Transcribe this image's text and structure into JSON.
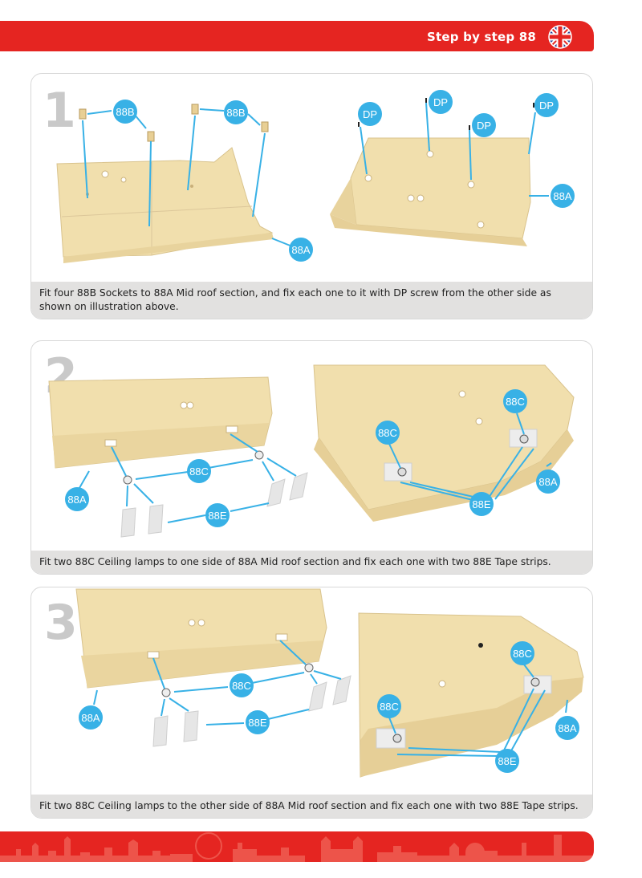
{
  "header": {
    "title": "Step by step 88",
    "flag_icon": "union-jack-flag-icon"
  },
  "colors": {
    "accent_red": "#e52521",
    "callout_blue": "#38b1e6",
    "part_beige": "#f2dfae",
    "caption_bg": "#e2e1e0"
  },
  "steps": [
    {
      "number": "1",
      "caption": "Fit four 88B Sockets to 88A Mid roof section, and fix each one to it with DP screw from the other side as shown on illustration above.",
      "labels": [
        "88B",
        "88B",
        "88A",
        "DP",
        "DP",
        "DP",
        "DP",
        "88A"
      ]
    },
    {
      "number": "2",
      "caption": "Fit two 88C Ceiling lamps to one side of 88A Mid roof section and fix each one with two 88E Tape strips.",
      "labels": [
        "88C",
        "88E",
        "88A",
        "88C",
        "88C",
        "88E",
        "88A"
      ]
    },
    {
      "number": "3",
      "caption": "Fit two 88C Ceiling lamps to the other side of 88A Mid roof section and fix each one with two 88E Tape strips.",
      "labels": [
        "88C",
        "88E",
        "88A",
        "88C",
        "88C",
        "88E",
        "88A"
      ]
    }
  ]
}
